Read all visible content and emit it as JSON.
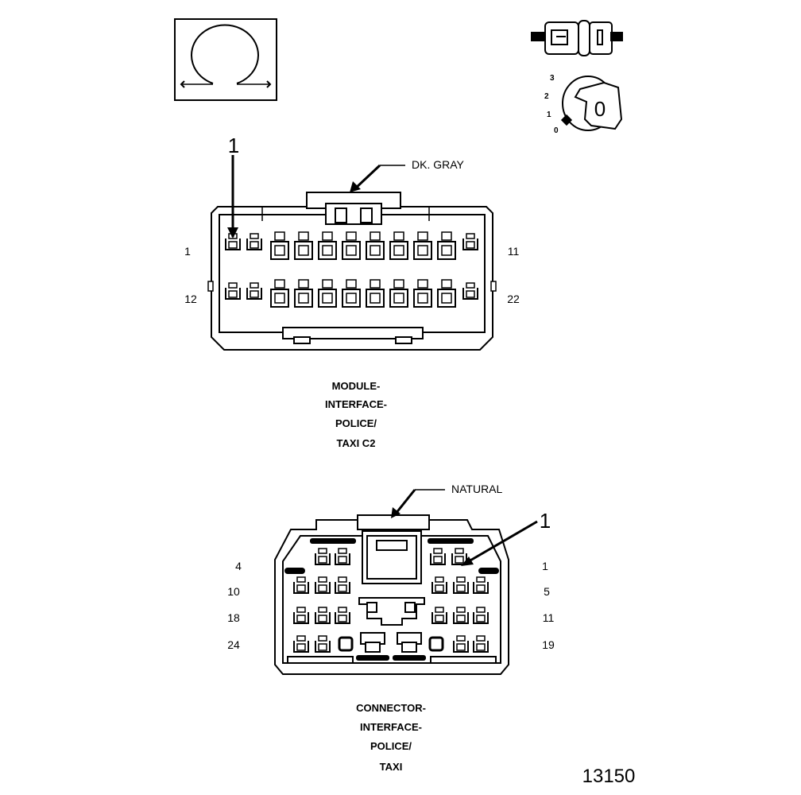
{
  "diagram": {
    "figure_number": "13150",
    "module_connector": {
      "color_label": "DK. GRAY",
      "callout": "1",
      "pin_labels": {
        "top_left": "1",
        "top_right": "11",
        "bottom_left": "12",
        "bottom_right": "22"
      },
      "caption": [
        "MODULE-",
        "INTERFACE-",
        "POLICE/",
        "TAXI C2"
      ]
    },
    "harness_connector": {
      "color_label": "NATURAL",
      "callout": "1",
      "pin_labels": {
        "left": [
          "4",
          "10",
          "18",
          "24"
        ],
        "right": [
          "1",
          "5",
          "11",
          "19"
        ]
      },
      "caption": [
        "CONNECTOR-",
        "INTERFACE-",
        "POLICE/",
        "TAXI"
      ]
    },
    "key_icon": {
      "positions": [
        "3",
        "2",
        "1",
        "0"
      ],
      "key_text": "0"
    }
  }
}
